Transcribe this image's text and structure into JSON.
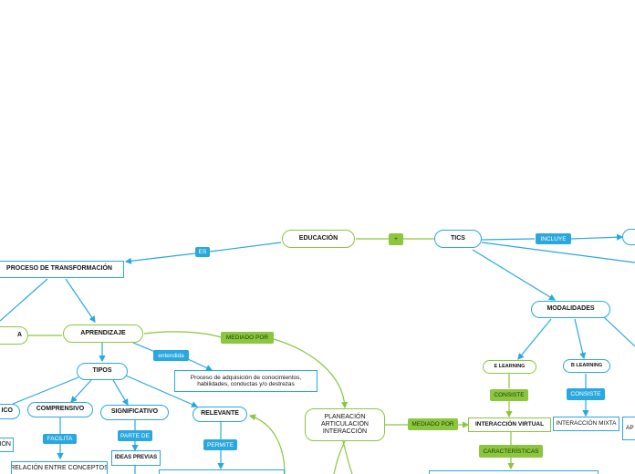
{
  "colors": {
    "blue": "#29a8e0",
    "green": "#8cc63f"
  },
  "nodes": {
    "educacion": "EDUCACIÓN",
    "tics": "TICS",
    "proceso_transformacion": "PROCESO DE TRANSFORMACIÓN",
    "aprendizaje": "APRENDIZAJE",
    "a_partial": "A",
    "tipos": "TIPOS",
    "ico_partial": "ICO",
    "comprensivo": "COMPRENSIVO",
    "significativo": "SIGNIFICATIVO",
    "relevante": "RELEVANTE",
    "ion_partial": "IÓN",
    "relacion_conceptos": "RELACIÓN ENTRE CONCEPTOS",
    "ideas_previas": "IDEAS PREVIAS",
    "proceso_adquisicion": "Proceso de adquisición de conocimientos, habilidades, conductas y/o destrezas",
    "planeacion": "PLANEACIÓN ARTICULACIÓN INTERACCIÓN",
    "modalidades": "MODALIDADES",
    "e_learning": "E LEARNING",
    "b_learning": "B LEARNING",
    "interaccion_virtual": "INTERACCIÓN VIRTUAL",
    "interaccion_mixta": "INTERACCIÓN MIXTA",
    "ap_partial": "AP A"
  },
  "tags": {
    "es": "ES",
    "plus": "+",
    "incluye": "INCLUYE",
    "entendida": "entendida",
    "mediado_por_1": "MEDIADO POR",
    "mediado_por_2": "MEDIADO POR",
    "facilita": "FACILITA",
    "parte_de": "PARTE DE",
    "permite": "PERMITE",
    "consiste_1": "CONSISTE",
    "consiste_2": "CONSISTE",
    "caracteristicas": "CARACTERÍSTICAS"
  }
}
